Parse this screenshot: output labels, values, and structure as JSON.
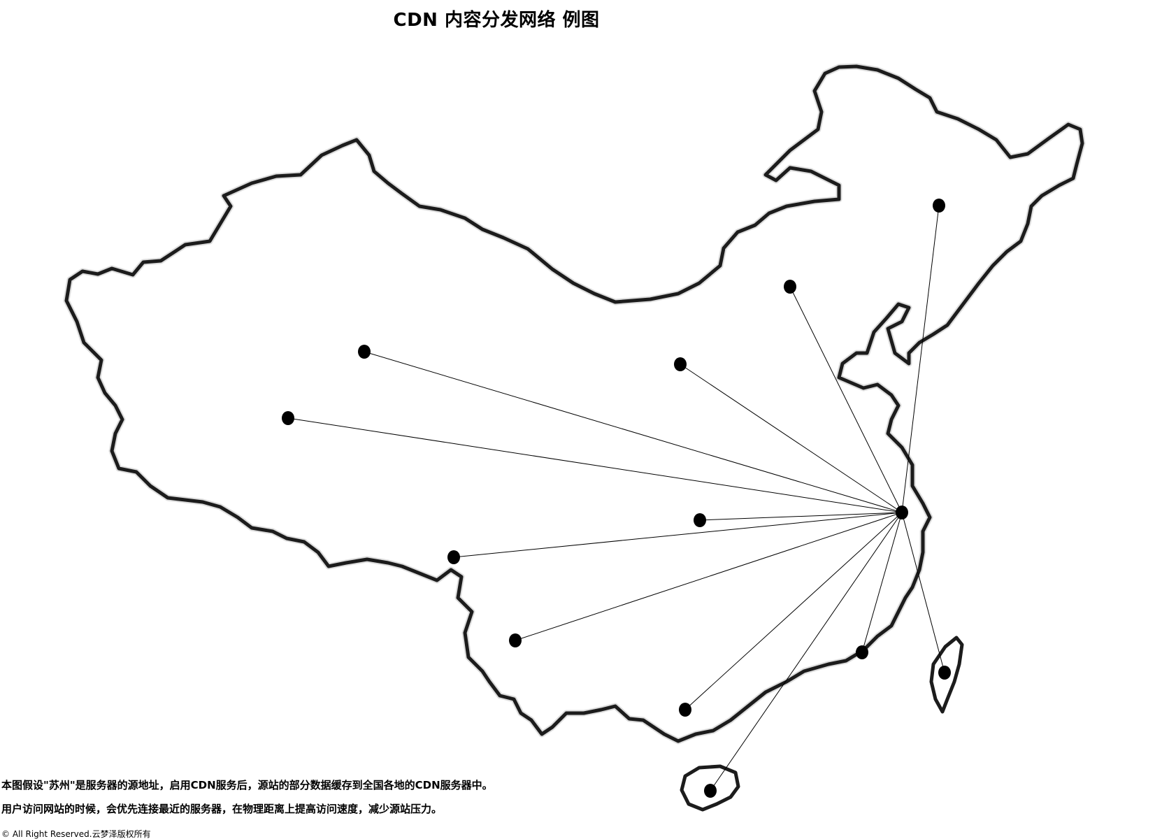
{
  "page": {
    "title": "CDN 内容分发网络 例图",
    "description_line_1": "本图假设\"苏州\"是服务器的源地址，启用CDN服务后，源站的部分数据缓存到全国各地的CDN服务器中。",
    "description_line_2": "用户访问网站的时候，会优先连接最近的服务器，在物理距离上提高访问速度，减少源站压力。",
    "copyright": "© All Right Reserved.云梦泽版权所有"
  },
  "colors": {
    "border": "#1c1c1c",
    "line": "#000000",
    "node": "#000000",
    "background": "#ffffff"
  },
  "map": {
    "source_node": {
      "id": "origin",
      "role": "origin-server"
    },
    "cdn_nodes": [
      {
        "id": "node-northeast"
      },
      {
        "id": "node-north"
      },
      {
        "id": "node-northwest"
      },
      {
        "id": "node-xinjiang"
      },
      {
        "id": "node-north-central"
      },
      {
        "id": "node-central"
      },
      {
        "id": "node-tibet"
      },
      {
        "id": "node-southwest"
      },
      {
        "id": "node-fujian"
      },
      {
        "id": "node-taiwan"
      },
      {
        "id": "node-guangxi"
      },
      {
        "id": "node-hainan"
      }
    ]
  }
}
